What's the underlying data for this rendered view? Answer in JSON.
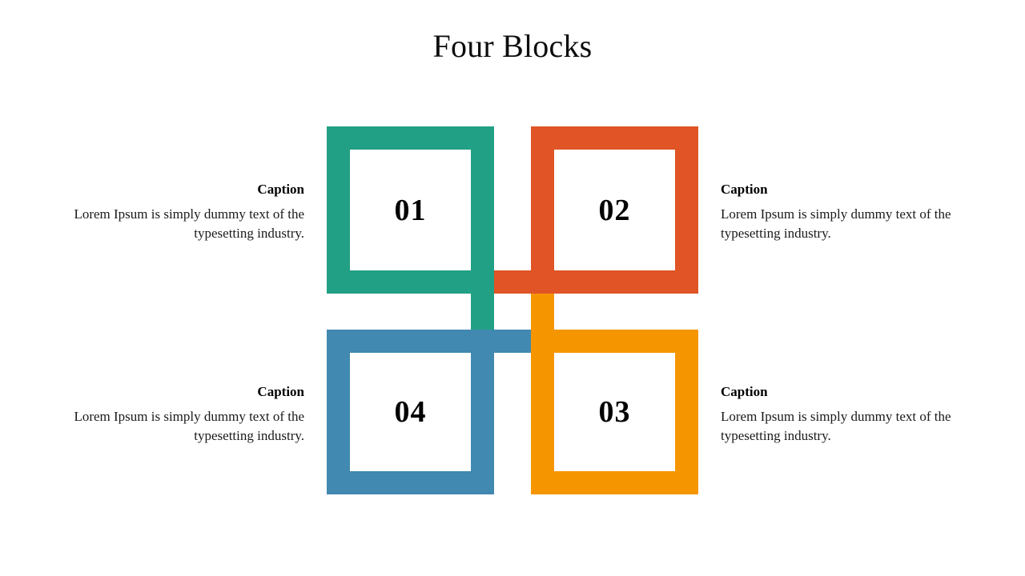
{
  "slide": {
    "title": "Four Blocks",
    "background_color": "#ffffff"
  },
  "blocks": [
    {
      "id": "01",
      "number": "01",
      "color": "#22a085",
      "color_name": "teal-green",
      "position": "top-left",
      "caption": {
        "title": "Caption",
        "body": "Lorem Ipsum is simply dummy text of the typesetting industry.",
        "align": "right"
      }
    },
    {
      "id": "02",
      "number": "02",
      "color": "#e05426",
      "color_name": "red-orange",
      "position": "top-right",
      "caption": {
        "title": "Caption",
        "body": "Lorem Ipsum is simply dummy text of the typesetting industry.",
        "align": "left"
      }
    },
    {
      "id": "03",
      "number": "03",
      "color": "#f59600",
      "color_name": "amber",
      "position": "bottom-right",
      "caption": {
        "title": "Caption",
        "body": "Lorem Ipsum is simply dummy text of the typesetting industry.",
        "align": "left"
      }
    },
    {
      "id": "04",
      "number": "04",
      "color": "#4189b0",
      "color_name": "steel-blue",
      "position": "bottom-left",
      "caption": {
        "title": "Caption",
        "body": "Lorem Ipsum is simply dummy text of the typesetting industry.",
        "align": "right"
      }
    }
  ]
}
